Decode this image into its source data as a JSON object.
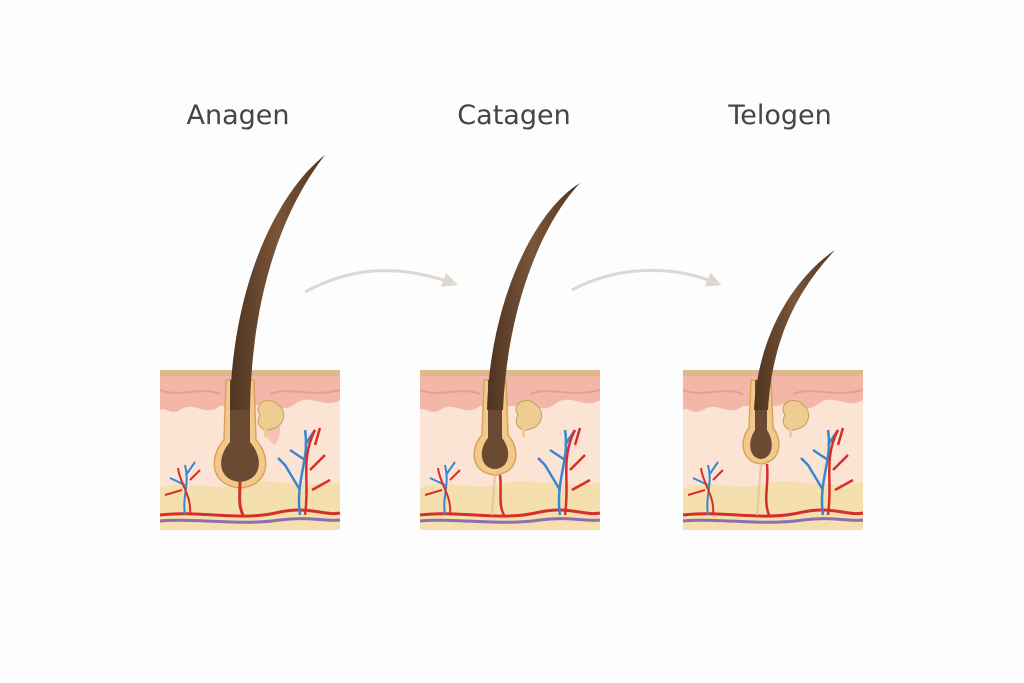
{
  "stages": [
    {
      "label": "Anagen"
    },
    {
      "label": "Catagen"
    },
    {
      "label": "Telogen"
    }
  ],
  "colors": {
    "hair": "#6b4a33",
    "epidermis": "#f3b7aa",
    "dermis": "#fbe4d4",
    "fat": "#f5dfae",
    "artery": "#d62f2a",
    "vein": "#3a86d0",
    "arrow": "#ddd7ce"
  }
}
